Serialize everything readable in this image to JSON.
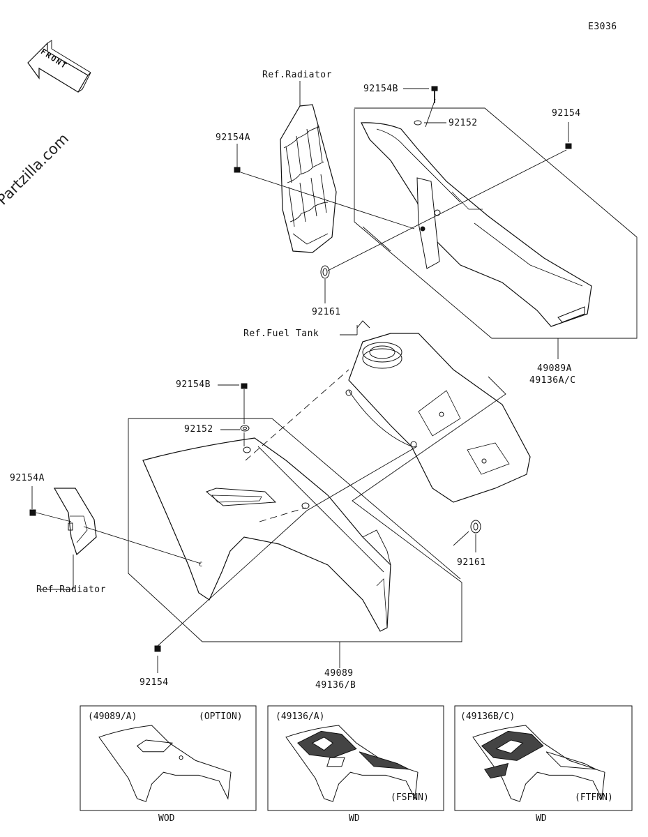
{
  "diagram_code": "E3036",
  "front_label": "FRONT",
  "watermark": "©Partzilla.com",
  "refs": {
    "radiator_top": "Ref.Radiator",
    "fuel_tank": "Ref.Fuel Tank",
    "radiator_bottom": "Ref.Radiator"
  },
  "parts": {
    "p92154B_top": "92154B",
    "p92152_top": "92152",
    "p92154_top": "92154",
    "p92154A_top": "92154A",
    "p92161_top": "92161",
    "p49089A": "49089A",
    "p49136AC": "49136A/C",
    "p92154B_mid": "92154B",
    "p92152_mid": "92152",
    "p92154A_left": "92154A",
    "p92161_right": "92161",
    "p92154_bottom": "92154",
    "p49089": "49089",
    "p49136B": "49136/B"
  },
  "variants": [
    {
      "code": "(49089/A)",
      "note": "(OPTION)",
      "suffix": "",
      "caption": "WOD"
    },
    {
      "code": "(49136/A)",
      "note": "",
      "suffix": "(FSFNN)",
      "caption": "WD"
    },
    {
      "code": "(49136B/C)",
      "note": "",
      "suffix": "(FTFNN)",
      "caption": "WD"
    }
  ]
}
